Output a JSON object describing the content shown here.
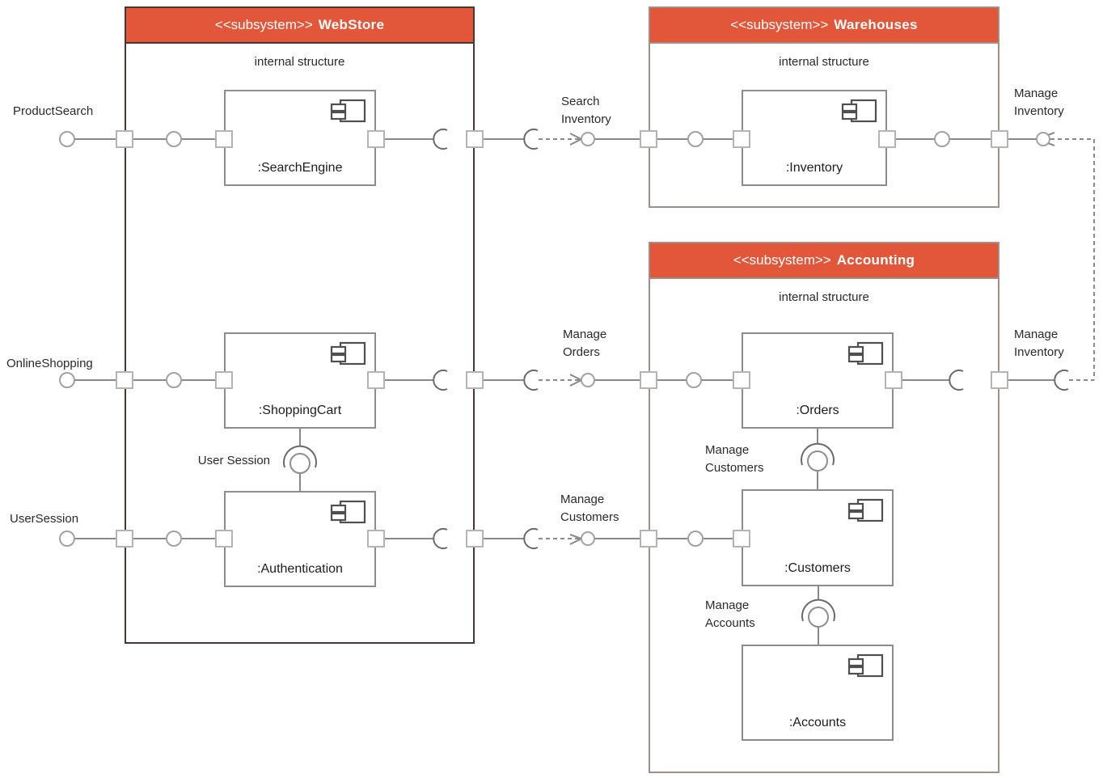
{
  "colors": {
    "subsystem_header_bg": "#e2573a",
    "subsystem_header_text": "#ffffff",
    "webstore_border": "#4a3733",
    "subsystem_border": "#a38e8a",
    "component_border": "#8c8c8c",
    "wire": "#8a8888",
    "text": "#2a2a2a"
  },
  "subsystems": [
    {
      "stereotype": "<<subsystem>>",
      "name": "WebStore",
      "internal_label": "internal structure",
      "components": [
        {
          "name": ":SearchEngine"
        },
        {
          "name": ":ShoppingCart"
        },
        {
          "name": ":Authentication"
        }
      ]
    },
    {
      "stereotype": "<<subsystem>>",
      "name": "Warehouses",
      "internal_label": "internal structure",
      "components": [
        {
          "name": ":Inventory"
        }
      ]
    },
    {
      "stereotype": "<<subsystem>>",
      "name": "Accounting",
      "internal_label": "internal structure",
      "components": [
        {
          "name": ":Orders"
        },
        {
          "name": ":Customers"
        },
        {
          "name": ":Accounts"
        }
      ]
    }
  ],
  "port_labels": {
    "product_search": "ProductSearch",
    "online_shopping": "OnlineShopping",
    "user_session": "UserSession"
  },
  "interface_labels": {
    "search_inventory": "Search\nInventory",
    "manage_orders": "Manage\nOrders",
    "manage_customers": "Manage\nCustomers",
    "manage_inventory_top": "Manage\nInventory",
    "manage_inventory_right": "Manage\nInventory",
    "user_session_connector": "User Session",
    "manage_customers_inner": "Manage\nCustomers",
    "manage_accounts_inner": "Manage\nAccounts"
  }
}
